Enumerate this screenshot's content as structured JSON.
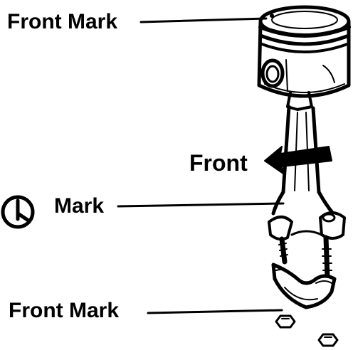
{
  "labels": {
    "front_mark_top": "Front Mark",
    "front_arrow": "Front",
    "mark": "Mark",
    "front_mark_bottom": "Front Mark"
  },
  "colors": {
    "ink": "#000000",
    "paper": "#ffffff"
  }
}
